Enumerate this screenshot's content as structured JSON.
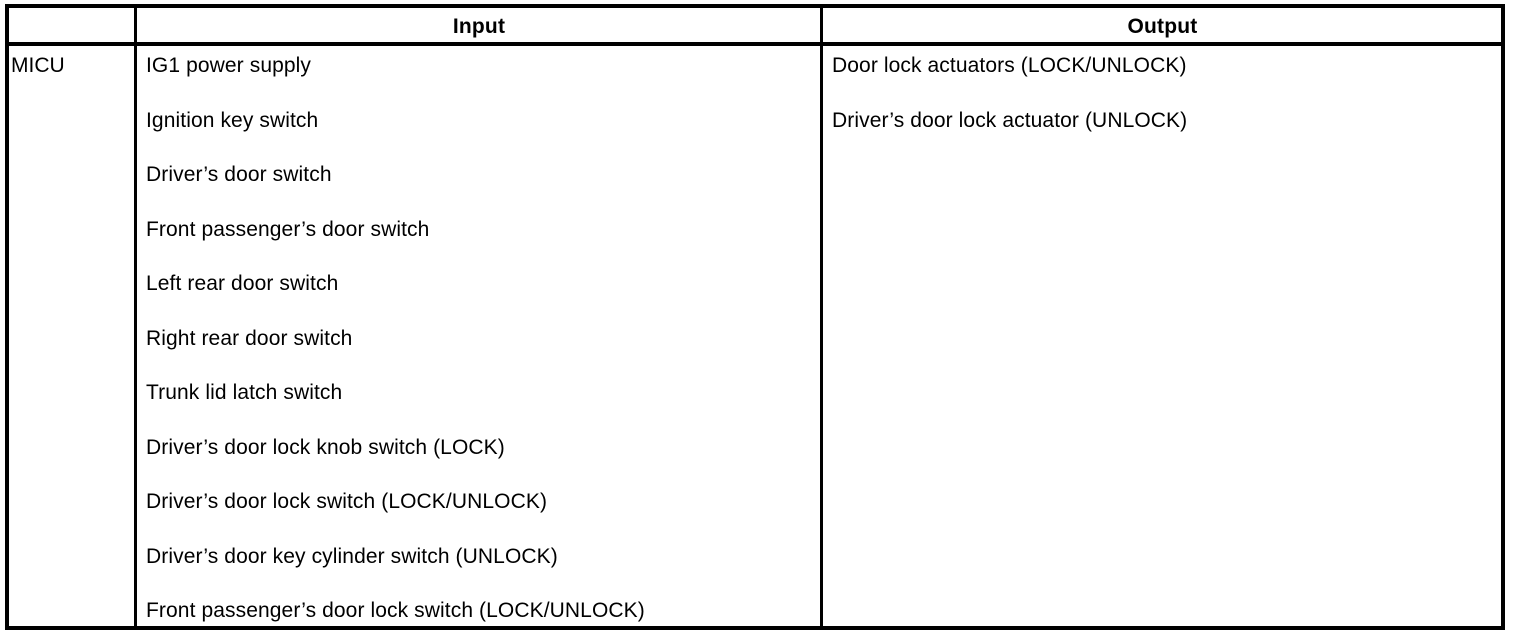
{
  "document": {
    "kind": "service-manual-table",
    "colors": {
      "border": "#000000",
      "text": "#000000",
      "background": "#ffffff"
    }
  },
  "table": {
    "headers": {
      "corner": "",
      "input": "Input",
      "output": "Output"
    },
    "rows": [
      {
        "unit": "MICU",
        "inputs": [
          "IG1 power supply",
          "Ignition key switch",
          "Driver’s door switch",
          "Front passenger’s door switch",
          "Left rear door switch",
          "Right rear door switch",
          "Trunk lid latch switch",
          "Driver’s door lock knob switch (LOCK)",
          "Driver’s door lock switch (LOCK/UNLOCK)",
          "Driver’s door key cylinder switch (UNLOCK)",
          "Front passenger’s door lock switch (LOCK/UNLOCK)"
        ],
        "outputs": [
          "Door lock actuators (LOCK/UNLOCK)",
          "Driver’s door lock actuator (UNLOCK)"
        ]
      }
    ]
  }
}
